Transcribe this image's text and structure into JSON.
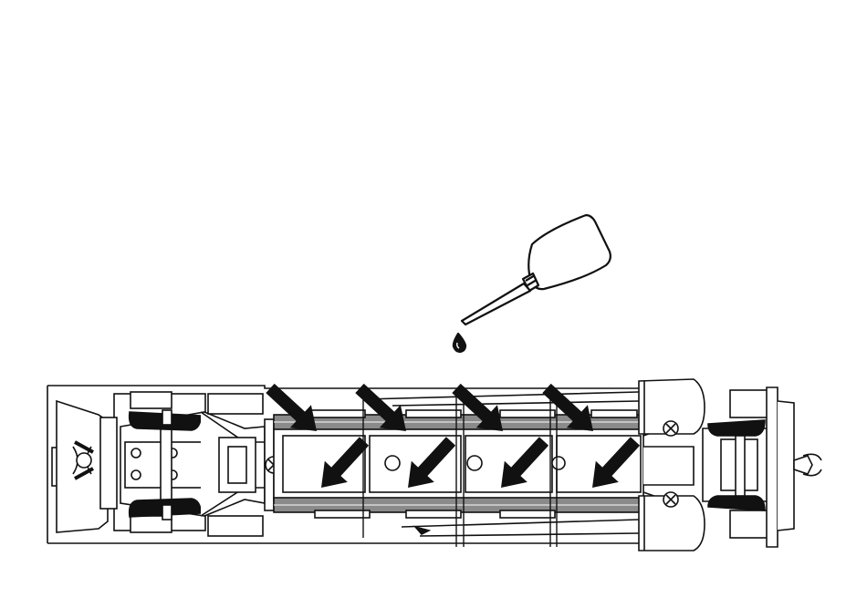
{
  "figure": {
    "subject": "locomotive-chassis-underside",
    "tool": "oil-can",
    "arrow_count": 8,
    "colors": {
      "ink": "#111111",
      "paper": "#ffffff",
      "rail_fill": "#8a8a8a",
      "light_gray": "#c8c8c8"
    }
  }
}
